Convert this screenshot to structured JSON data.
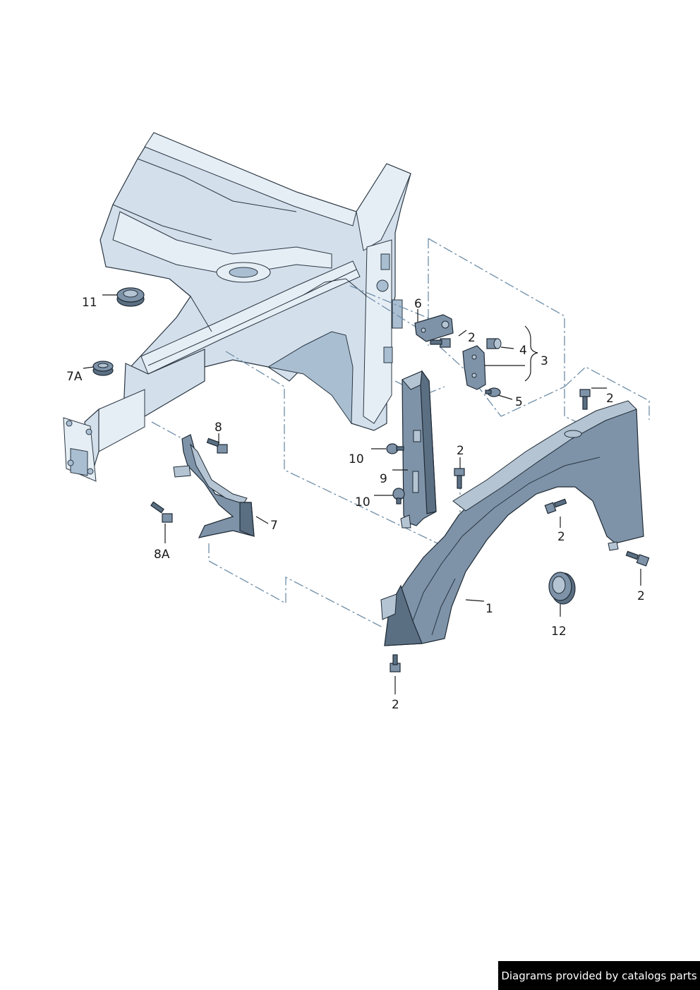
{
  "callouts": {
    "c1": "1",
    "c2a": "2",
    "c2b": "2",
    "c2c": "2",
    "c2d": "2",
    "c2e": "2",
    "c2f": "2",
    "c3": "3",
    "c4": "4",
    "c5": "5",
    "c6": "6",
    "c7": "7",
    "c7a": "7A",
    "c8": "8",
    "c8a": "8A",
    "c9": "9",
    "c10a": "10",
    "c10b": "10",
    "c11": "11",
    "c12": "12"
  },
  "watermark": "Diagrams provided by catalogs parts"
}
